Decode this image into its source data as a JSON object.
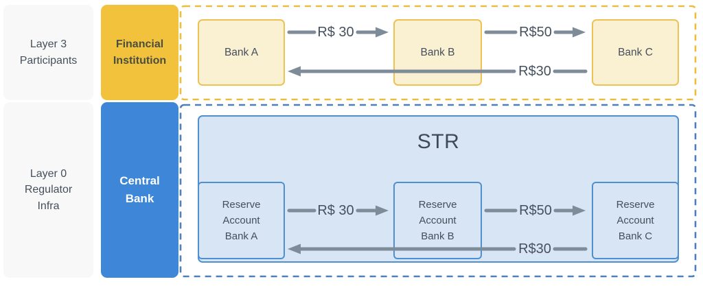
{
  "rows": {
    "layer3": {
      "side_label": "Layer 3\nParticipants",
      "column_label": "Financial\nInstitution"
    },
    "layer0": {
      "side_label": "Layer 0\nRegulator\nInfra",
      "column_label": "Central\nBank"
    }
  },
  "layer3": {
    "banks": [
      {
        "name": "Bank A"
      },
      {
        "name": "Bank B"
      },
      {
        "name": "Bank C"
      }
    ],
    "flows": {
      "a_to_b": "R$ 30",
      "b_to_c": "R$50",
      "c_to_a": "R$30"
    }
  },
  "layer0": {
    "system_name": "STR",
    "accounts": [
      {
        "name": "Reserve\nAccount\nBank A"
      },
      {
        "name": "Reserve\nAccount\nBank B"
      },
      {
        "name": "Reserve\nAccount\nBank C"
      }
    ],
    "flows": {
      "a_to_b": "R$ 30",
      "b_to_c": "R$50",
      "c_to_a": "R$30"
    }
  },
  "colors": {
    "financial_institution_fill": "#F2C23D",
    "bank_box_fill": "#FAF0D2",
    "bank_box_border": "#ECC252",
    "layer3_dashed_border": "#E9BE3D",
    "central_bank_fill": "#3E86D8",
    "str_fill": "#D7E5F4",
    "str_border": "#4E8FD0",
    "layer0_dashed_border": "#4B80B8",
    "arrow_gray": "#7E8B99",
    "text_dark": "#454F5B"
  }
}
